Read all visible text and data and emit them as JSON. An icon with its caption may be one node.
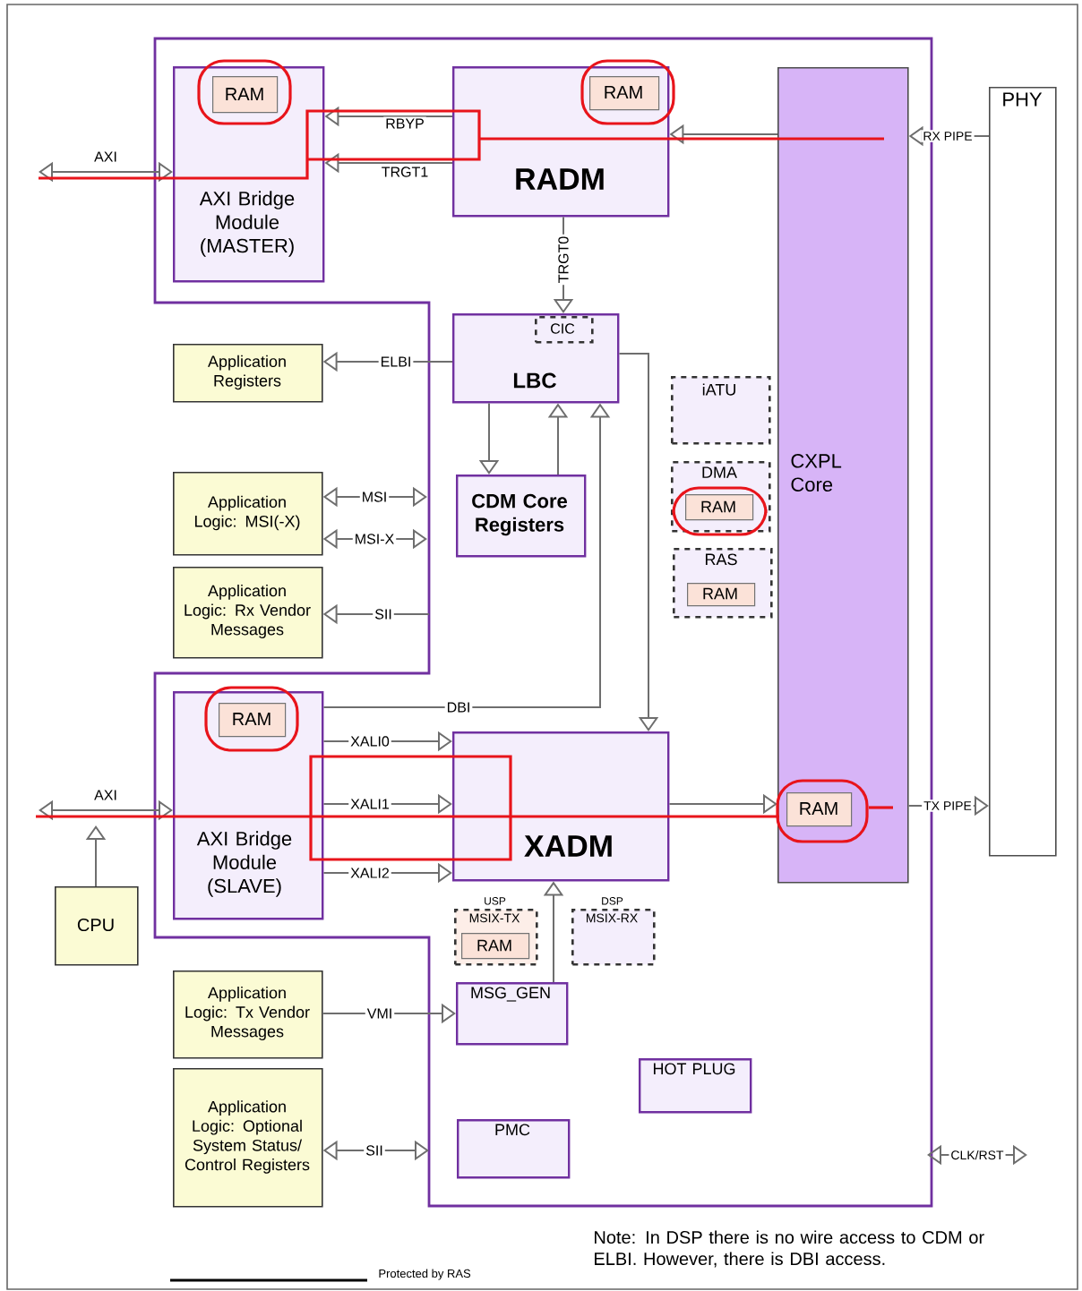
{
  "diagram": {
    "nodes": [
      {
        "text": [
          "AXI Bridge Module (MASTER)"
        ]
      },
      {
        "text": [
          "RAM"
        ],
        "in": 0
      },
      {
        "text": [
          "RADM"
        ]
      },
      {
        "text": [
          "RAM"
        ],
        "in": 2
      },
      {
        "text": [
          "CXPL Core"
        ]
      },
      {
        "text": [
          "RAM"
        ],
        "in": 4
      },
      {
        "text": [
          "PHY"
        ]
      },
      {
        "text": [
          "LBC"
        ]
      },
      {
        "text": [
          "CIC"
        ],
        "in": 7
      },
      {
        "text": [
          "Application Registers"
        ]
      },
      {
        "text": [
          "CDM Core Registers"
        ]
      },
      {
        "text": [
          "iATU"
        ]
      },
      {
        "text": [
          "DMA"
        ]
      },
      {
        "text": [
          "RAM"
        ],
        "in": 12
      },
      {
        "text": [
          "RAS"
        ]
      },
      {
        "text": [
          "RAM"
        ],
        "in": 14
      },
      {
        "text": [
          "Application Logic: MSI(-X)"
        ]
      },
      {
        "text": [
          "Application Logic: Rx Vendor Messages"
        ]
      },
      {
        "text": [
          "AXI Bridge Module (SLAVE)"
        ]
      },
      {
        "text": [
          "RAM"
        ],
        "in": 18
      },
      {
        "text": [
          "XADM"
        ]
      },
      {
        "text": [
          "CPU"
        ]
      },
      {
        "text": [
          "MSIX-TX"
        ],
        "beside": [
          "USP"
        ]
      },
      {
        "text": [
          "RAM"
        ],
        "in": 22
      },
      {
        "text": [
          "MSIX-RX"
        ],
        "beside": [
          "DSP"
        ]
      },
      {
        "text": [
          "Application Logic: Tx Vendor Messages"
        ]
      },
      {
        "text": [
          "MSG_GEN"
        ]
      },
      {
        "text": [
          "Application Logic: Optional System Status/ Control Registers"
        ]
      },
      {
        "text": [
          "HOT PLUG"
        ]
      },
      {
        "text": [
          "PMC"
        ]
      }
    ],
    "edges": [
      {
        "from": null,
        "to": 0,
        "arrow": "both",
        "label": "AXI"
      },
      {
        "from": 2,
        "to": 0,
        "arrow": "to",
        "label": "RBYP"
      },
      {
        "from": 2,
        "to": 0,
        "arrow": "to",
        "label": "TRGT1"
      },
      {
        "from": 4,
        "to": 2,
        "arrow": "to"
      },
      {
        "from": 6,
        "to": 4,
        "arrow": "to",
        "label": "RX PIPE"
      },
      {
        "from": 2,
        "to": 7,
        "arrow": "to",
        "label": "TRGT0"
      },
      {
        "from": 7,
        "to": 9,
        "arrow": "to",
        "label": "ELBI"
      },
      {
        "from": 7,
        "to": 10,
        "arrow": "to"
      },
      {
        "from": 10,
        "to": 7,
        "arrow": "to"
      },
      {
        "from": 16,
        "to": null,
        "arrow": "both",
        "label": "MSI"
      },
      {
        "from": 16,
        "to": null,
        "arrow": "both",
        "label": "MSI-X"
      },
      {
        "from": null,
        "to": 17,
        "arrow": "to",
        "label": "SII"
      },
      {
        "from": 18,
        "to": 7,
        "arrow": "to",
        "label": "DBI"
      },
      {
        "from": 7,
        "to": 20,
        "arrow": "to"
      },
      {
        "from": 18,
        "to": 20,
        "arrow": "to",
        "label": "XALI0"
      },
      {
        "from": 18,
        "to": 20,
        "arrow": "to",
        "label": "XALI1"
      },
      {
        "from": 18,
        "to": 20,
        "arrow": "to",
        "label": "XALI2"
      },
      {
        "from": 20,
        "to": 4,
        "arrow": "to"
      },
      {
        "from": 4,
        "to": 6,
        "arrow": "to",
        "label": "TX PIPE"
      },
      {
        "from": null,
        "to": 18,
        "arrow": "both",
        "label": "AXI"
      },
      {
        "from": 21,
        "to": null,
        "arrow": "to"
      },
      {
        "from": 26,
        "to": 20,
        "arrow": "to"
      },
      {
        "from": 25,
        "to": 26,
        "arrow": "to",
        "label": "VMI"
      },
      {
        "from": 27,
        "to": null,
        "arrow": "both",
        "label": "SII"
      }
    ],
    "labels": [
      "CLK/RST",
      "Note: In DSP there is no wire access to CDM or ELBI. However, there is DBI access."
    ],
    "legend": [
      {
        "text": "Protected by RAS"
      }
    ]
  }
}
